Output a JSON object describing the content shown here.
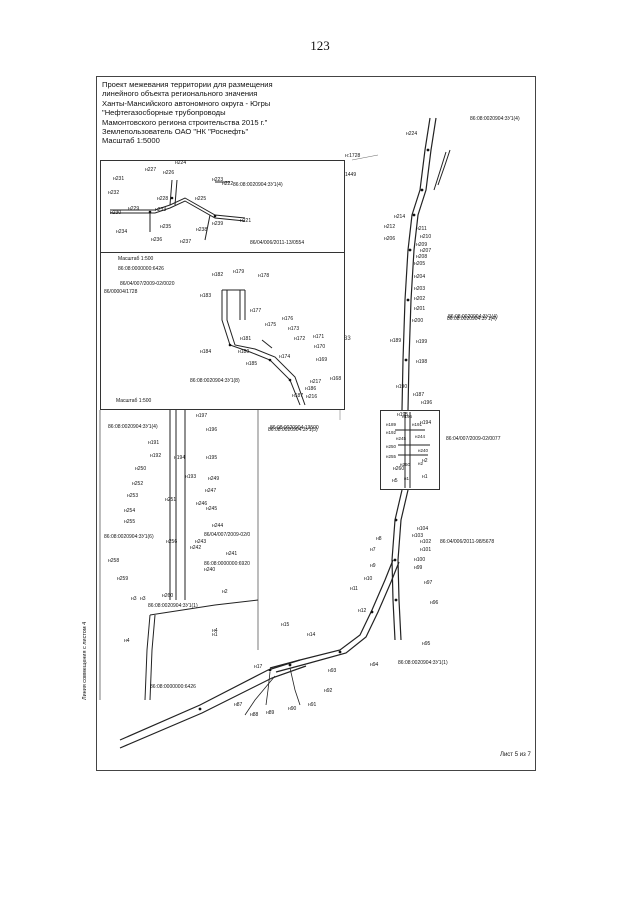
{
  "page": {
    "number": "123"
  },
  "title_block": {
    "lines": [
      "Проект межевания территории для размещения",
      "линейного объекта регионального значения",
      "Ханты-Мансийского автономного округа - Югры",
      "\"Нефтегазосборные трубопроводы",
      "Мамонтовского региона строительства 2015 г.\"",
      "Землепользователь ОАО \"НК \"Роснефть\"",
      "Масштаб 1:5000"
    ]
  },
  "sheet": {
    "label": "Лист 5 из 7",
    "side_note": "Линия совмещения с листом 4"
  },
  "insets": {
    "inset_1_scale": "Масштаб 1:500",
    "inset_2_scale": "Масштаб 1:500"
  },
  "main_labels": [
    {
      "t": "н224"
    },
    {
      "t": "86:08:0020904:3У1(4)"
    },
    {
      "t": "н:1728"
    },
    {
      "t": "1449"
    },
    {
      "t": "н214"
    },
    {
      "t": "н212"
    },
    {
      "t": "н211"
    },
    {
      "t": "н210"
    },
    {
      "t": "н209"
    },
    {
      "t": "н208"
    },
    {
      "t": "н207"
    },
    {
      "t": "н206"
    },
    {
      "t": "н205"
    },
    {
      "t": "н204"
    },
    {
      "t": "н203"
    },
    {
      "t": "н202"
    },
    {
      "t": "н201"
    },
    {
      "t": "н200"
    },
    {
      "t": "86:08:0020904:3У1(4)"
    },
    {
      "t": "н199"
    },
    {
      "t": "н198"
    },
    {
      "t": "н189"
    },
    {
      "t": "н190"
    },
    {
      "t": "н187"
    },
    {
      "t": "н196"
    },
    {
      "t": "н195"
    },
    {
      "t": "н194"
    },
    {
      "t": "86:04/007/2009-02/0077"
    },
    {
      "t": "н1"
    },
    {
      "t": "н2"
    },
    {
      "t": "н104"
    },
    {
      "t": "н103"
    },
    {
      "t": "н102"
    },
    {
      "t": "н101"
    },
    {
      "t": "н100"
    },
    {
      "t": "н99"
    },
    {
      "t": "86:04/006/2011-98/5678"
    },
    {
      "t": "н8"
    },
    {
      "t": "н7"
    },
    {
      "t": "н9"
    },
    {
      "t": "н10"
    },
    {
      "t": "н11"
    },
    {
      "t": "н12"
    },
    {
      "t": "н97"
    },
    {
      "t": "н96"
    },
    {
      "t": "н95"
    },
    {
      "t": "н15"
    },
    {
      "t": "н14"
    },
    {
      "t": "н94"
    },
    {
      "t": "н93"
    },
    {
      "t": "86:08:0020904:3У1(1)"
    },
    {
      "t": "н17"
    },
    {
      "t": "н92"
    },
    {
      "t": "н87"
    },
    {
      "t": "н88"
    },
    {
      "t": "н89"
    },
    {
      "t": "н90"
    },
    {
      "t": "н91"
    },
    {
      "t": "86:08:0000000:6426"
    },
    {
      "t": "н4"
    },
    {
      "t": "н3"
    },
    {
      "t": "н5"
    },
    {
      "t": "н260"
    }
  ],
  "inset1_labels": [
    {
      "t": "н227"
    },
    {
      "t": "н224"
    },
    {
      "t": "н226"
    },
    {
      "t": "н231"
    },
    {
      "t": "н232"
    },
    {
      "t": "н223"
    },
    {
      "t": "н222"
    },
    {
      "t": "86:08:0020904:3У1(4)"
    },
    {
      "t": "н229"
    },
    {
      "t": "н225"
    },
    {
      "t": "н228"
    },
    {
      "t": "н230"
    },
    {
      "t": "н221"
    },
    {
      "t": "н233"
    },
    {
      "t": "н234"
    },
    {
      "t": "н235"
    },
    {
      "t": "н236"
    },
    {
      "t": "н237"
    },
    {
      "t": "н238"
    },
    {
      "t": "н239"
    },
    {
      "t": "86/04/006/2011-13/0554"
    }
  ],
  "inset2_labels": [
    {
      "t": "86:08:0000000:6426"
    },
    {
      "t": "86/04/007/2009-02/0020"
    },
    {
      "t": "86/00004/1728"
    },
    {
      "t": "н182"
    },
    {
      "t": "н179"
    },
    {
      "t": "н178"
    },
    {
      "t": "н183"
    },
    {
      "t": "н177"
    },
    {
      "t": "н176"
    },
    {
      "t": "н175"
    },
    {
      "t": "н173"
    },
    {
      "t": "н171"
    },
    {
      "t": "н172"
    },
    {
      "t": "н181"
    },
    {
      "t": "н170"
    },
    {
      "t": "н180"
    },
    {
      "t": "н174"
    },
    {
      "t": "н169"
    },
    {
      "t": "н184"
    },
    {
      "t": "н185"
    },
    {
      "t": "н168"
    },
    {
      "t": "н187"
    },
    {
      "t": "н186"
    },
    {
      "t": "86:08:0020904:3У1(8)"
    },
    {
      "t": "н217"
    },
    {
      "t": "н216"
    }
  ],
  "lower_left_labels": [
    {
      "t": "н197"
    },
    {
      "t": "86:08:0020904:3У1(4)"
    },
    {
      "t": "н196"
    },
    {
      "t": "86:08:0020904:3У1(5)"
    },
    {
      "t": "н191"
    },
    {
      "t": "н192"
    },
    {
      "t": "н194"
    },
    {
      "t": "н195"
    },
    {
      "t": "н250"
    },
    {
      "t": "н193"
    },
    {
      "t": "н249"
    },
    {
      "t": "н252"
    },
    {
      "t": "н247"
    },
    {
      "t": "н253"
    },
    {
      "t": "н251"
    },
    {
      "t": "н246"
    },
    {
      "t": "н254"
    },
    {
      "t": "н245"
    },
    {
      "t": "н255"
    },
    {
      "t": "н244"
    },
    {
      "t": "86/04/007/2009-02/0"
    },
    {
      "t": "86:08:0020904:3У1(6)"
    },
    {
      "t": "н256"
    },
    {
      "t": "н243"
    },
    {
      "t": "н242"
    },
    {
      "t": "н241"
    },
    {
      "t": "н258"
    },
    {
      "t": "86:08:0000000:6920"
    },
    {
      "t": "н240"
    },
    {
      "t": "н259"
    },
    {
      "t": "н2"
    },
    {
      "t": "н260"
    },
    {
      "t": "н3"
    },
    {
      "t": "86:08:0020904:3У1(1)"
    },
    {
      "t": "н4"
    },
    {
      "t": "н1"
    }
  ],
  "inset3_labels": [
    {
      "t": "н196"
    },
    {
      "t": "н189"
    },
    {
      "t": "н191"
    },
    {
      "t": "н192"
    },
    {
      "t": "н244"
    },
    {
      "t": "н245"
    },
    {
      "t": "н240"
    },
    {
      "t": "н250"
    },
    {
      "t": "н255"
    },
    {
      "t": "н260"
    },
    {
      "t": "н2"
    },
    {
      "t": "н1"
    }
  ],
  "misc": {
    "edge_a": "33",
    "edge_b": "86:08:0020904:3У1(4)",
    "edge_c": "86:08:0020904:13500"
  }
}
